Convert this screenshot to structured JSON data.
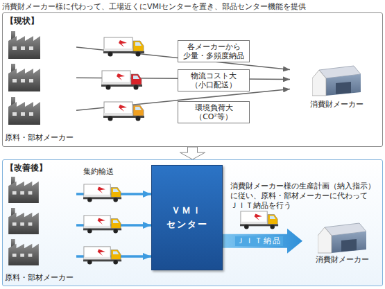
{
  "diagram": {
    "title": "消費財メーカー様に代わって、工場近くにVMIセンターを置き、部品センター機能を提供",
    "nodes": [
      {
        "text": [
          "【現状】"
        ]
      },
      {
        "text": [
          "原料・部材メーカー"
        ],
        "in": 0
      },
      {
        "text": [
          "各メーカーから 少量・多頻度納品"
        ],
        "in": 0
      },
      {
        "text": [
          "物流コスト大 （小口配送）"
        ],
        "in": 0
      },
      {
        "text": [
          "環境負荷大 （CO²等）"
        ],
        "in": 0
      },
      {
        "text": [
          "消費財メーカー"
        ],
        "in": 0
      },
      {
        "text": [
          "【改善後】"
        ]
      },
      {
        "text": [
          "原料・部材メーカー"
        ],
        "in": 6
      },
      {
        "text": [
          "ＶＭＩ センター"
        ],
        "in": 6
      },
      {
        "text": [
          "消費財メーカー"
        ],
        "in": 6
      }
    ],
    "edges": [
      {
        "from": 1,
        "to": 5,
        "arrow": "to"
      },
      {
        "from": 1,
        "to": 5,
        "arrow": "to"
      },
      {
        "from": 1,
        "to": 5,
        "arrow": "to"
      },
      {
        "from": 7,
        "to": 8,
        "arrow": "to"
      },
      {
        "from": 7,
        "to": 8,
        "arrow": "to"
      },
      {
        "from": 7,
        "to": 8,
        "arrow": "to"
      },
      {
        "from": 8,
        "to": 9,
        "label": "ＪＩＴ納品",
        "arrow": "to"
      },
      {
        "from": 0,
        "to": 6,
        "arrow": "to"
      }
    ],
    "labels": [
      "集約輸送",
      "消費財メーカー様の生産計画（納入指示）に従い、原料・部材メーカーに代わって ＪＩＴ納品を行う"
    ]
  }
}
